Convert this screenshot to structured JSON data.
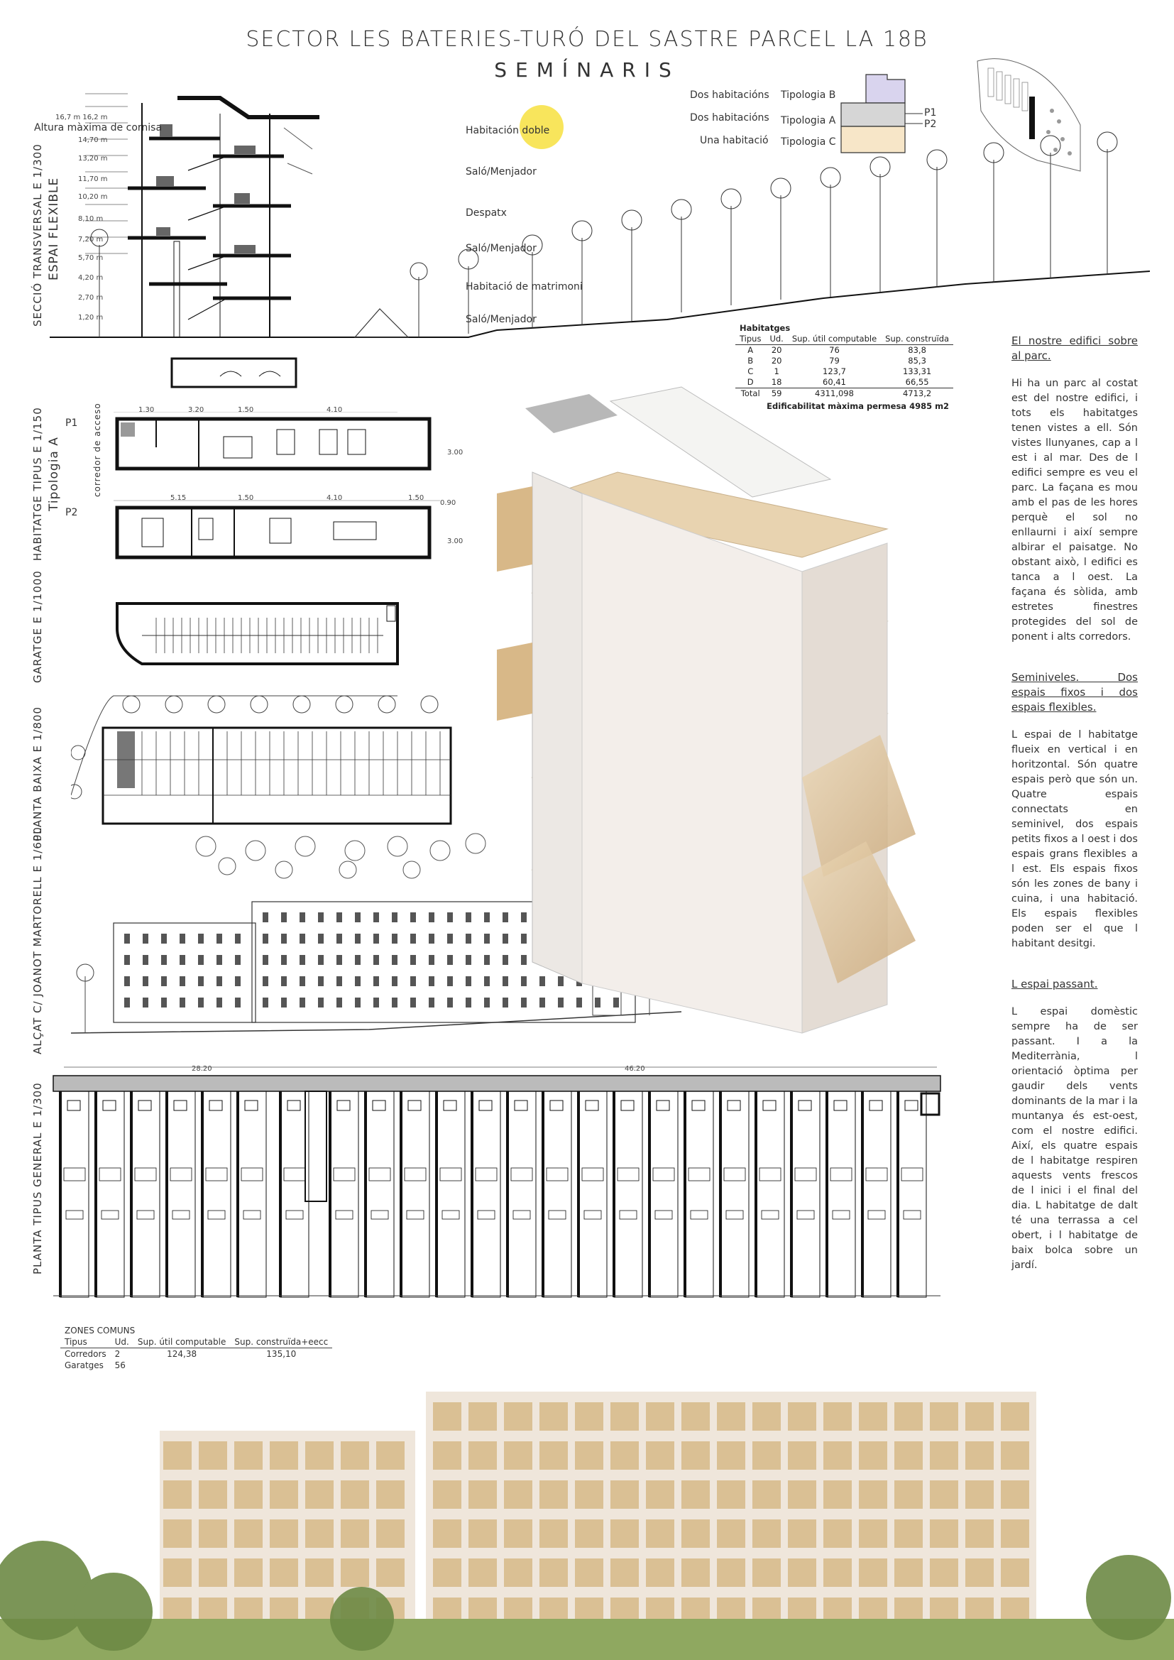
{
  "header": {
    "title": "SECTOR LES BATERIES-TURÓ DEL SASTRE PARCEL LA 18B",
    "subtitle": "SEMÍNARIS"
  },
  "section_labels": {
    "seccio": "SECCIÓ TRANSVERSAL   E 1/300",
    "espai": "ESPAI FLEXIBLE",
    "habitatge": "HABITATGE TIPUS   E 1/150",
    "tipologia": "Tipologia A",
    "garatge": "GARATGE   E 1/1000",
    "planta_baixa": "PLANTA BAIXA   E 1/800",
    "alcat": "ALÇAT C/ JOANOT MARTORELL   E 1/600",
    "planta_general": "PLANTA TIPUS GENERAL   E 1/300"
  },
  "section_annotations": {
    "cornisa": "Altura màxima de cornisa",
    "cornisa_heights": "16,7 m  16,2 m",
    "levels": [
      "14,70 m",
      "13,20 m",
      "11,70 m",
      "10,20 m",
      "8,10 m",
      "7,20 m",
      "5,70 m",
      "4,20 m",
      "2,70 m",
      "1,20 m"
    ],
    "rooms": [
      "Habitación doble",
      "Saló/Menjador",
      "Despatx",
      "Saló/Menjador",
      "Habitació de matrimoni",
      "Saló/Menjador"
    ]
  },
  "plan_annotations": {
    "p1": "P1",
    "p2": "P2",
    "corredor": "corredor de acceso",
    "dims_top": [
      "1.30",
      "3.20",
      "1.50",
      "4.10"
    ],
    "dims_mid": [
      "5.15",
      "1.50",
      "4.10",
      "1.50"
    ],
    "dim_v1": "3.00",
    "dim_v2": "3.00",
    "dim_v3": "0.90",
    "general_dims": [
      "28.20",
      "46.20"
    ]
  },
  "typology_legend": {
    "rows": [
      {
        "desc": "Dos habitacións",
        "type": "Tipologia B"
      },
      {
        "desc": "Dos habitacións",
        "type": "Tipologia A"
      },
      {
        "desc": "Una habitació",
        "type": "Tipologia C"
      }
    ],
    "markers": [
      "P1",
      "P2"
    ],
    "colors": {
      "B": "#d9d4ee",
      "A": "#d6d6d6",
      "C": "#f7e6c8"
    }
  },
  "habitatges_table": {
    "caption": "Habitatges",
    "headers": [
      "Tipus",
      "Ud.",
      "Sup. útil computable",
      "Sup. construïda"
    ],
    "rows": [
      [
        "A",
        "20",
        "76",
        "83,8"
      ],
      [
        "B",
        "20",
        "79",
        "85,3"
      ],
      [
        "C",
        "1",
        "123,7",
        "133,31"
      ],
      [
        "D",
        "18",
        "60,41",
        "66,55"
      ]
    ],
    "total": [
      "Total",
      "59",
      "4311,098",
      "4713,2"
    ],
    "note": "Edificabilitat màxima permesa 4985 m2"
  },
  "zones_table": {
    "caption": "ZONES COMUNS",
    "headers": [
      "Tipus",
      "Ud.",
      "Sup. útil computable",
      "Sup. construïda+eecc"
    ],
    "rows": [
      [
        "Corredors",
        "2",
        "124,38",
        "135,10"
      ],
      [
        "Garatges",
        "56",
        "",
        ""
      ]
    ]
  },
  "text_column": {
    "h1": "El nostre edifici sobre al parc.",
    "p1": "Hi ha un parc al costat est del nostre edifici, i tots els habitatges tenen vistes a ell. Són vistes llunyanes, cap a l est i al mar. Des de l edifici sempre es veu el parc. La façana es mou amb el pas de les hores perquè el sol no enllaurni i així sempre albirar el paisatge. No obstant això, l edifici es tanca a l oest. La façana és sòlida, amb estretes finestres protegides del sol de ponent i alts corredors.",
    "h2": "Seminiveles. Dos espais fixos i dos espais flexibles.",
    "p2": "L espai de l habitatge flueix en vertical i en horitzontal. Són quatre espais però que són un. Quatre espais connectats en seminivel, dos espais petits fixos a l oest i dos espais grans flexibles a l est. Els espais fixos són les zones de bany i cuina, i una habitació. Els espais flexibles poden ser el que l habitant desitgi.",
    "h3": "L espai passant.",
    "p3": "L espai domèstic sempre ha de ser passant. I a la Mediterrània, l orientació òptima per gaudir dels vents dominants de la mar i la muntanya és est-oest, com el nostre edifici. Així, els quatre espais de l habitatge respiren aquests vents frescos de l inici i el final del dia. L habitatge de dalt té una terrassa a cel obert, i l habitatge de baix bolca sobre un jardí."
  },
  "colors": {
    "line": "#111111",
    "wood": "#d9b98a",
    "sun": "#f7e24a",
    "green": "#7e9a55"
  }
}
